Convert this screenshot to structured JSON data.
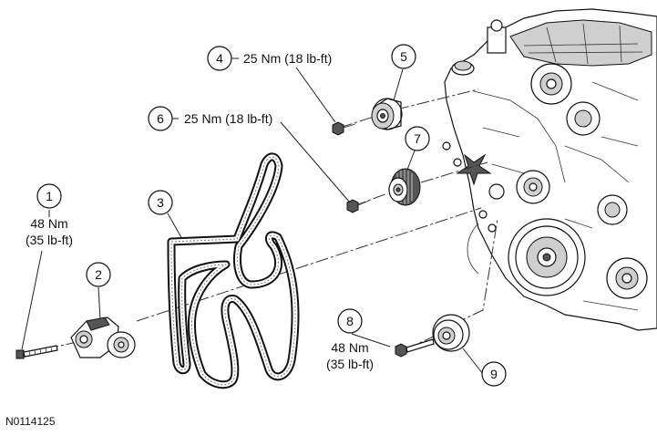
{
  "figure_id": "N0114125",
  "callouts": [
    {
      "num": "1",
      "torque_nm": "48 Nm",
      "torque_lbft": "(35 lb-ft)"
    },
    {
      "num": "2"
    },
    {
      "num": "3"
    },
    {
      "num": "4",
      "torque": "25 Nm (18 lb-ft)"
    },
    {
      "num": "5"
    },
    {
      "num": "6",
      "torque": "25 Nm (18 lb-ft)"
    },
    {
      "num": "7"
    },
    {
      "num": "8",
      "torque_nm": "48 Nm",
      "torque_lbft": "(35 lb-ft)"
    },
    {
      "num": "9"
    }
  ]
}
